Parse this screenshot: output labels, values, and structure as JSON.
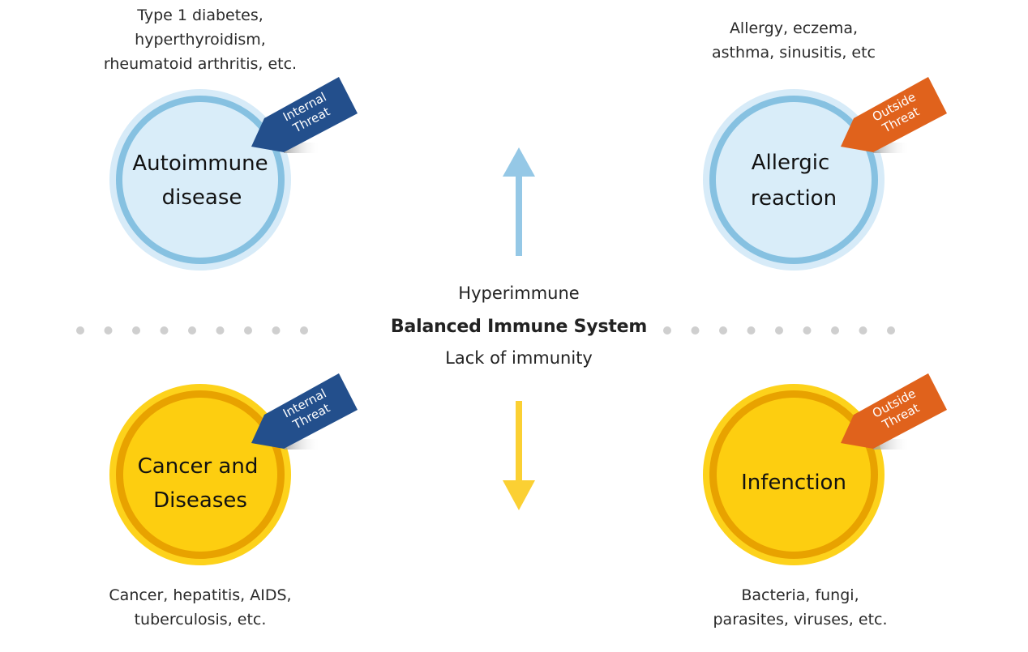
{
  "colors": {
    "blue_outer": "#d7ebf8",
    "blue_ring": "#86c1e1",
    "blue_fill": "#d9edf9",
    "yellow_outer": "#fdd21b",
    "yellow_ring": "#e8a200",
    "yellow_fill": "#fdce10",
    "internal_tag": "#234f8c",
    "outside_tag": "#e0621c",
    "arrow_up": "#95c8e6",
    "arrow_down": "#fbd033",
    "dots": "#cfcfcf"
  },
  "center": {
    "hyperimmune": "Hyperimmune",
    "balanced": "Balanced Immune System",
    "lack": "Lack of immunity"
  },
  "quadrants": {
    "autoimmune": {
      "title_line1": "Autoimmune",
      "title_line2": "disease",
      "tag_line1": "Internal",
      "tag_line2": "Threat",
      "examples": "Type 1 diabetes,\nhyperthyroidism,\nrheumatoid arthritis, etc."
    },
    "allergic": {
      "title_line1": "Allergic",
      "title_line2": "reaction",
      "tag_line1": "Outside",
      "tag_line2": "Threat",
      "examples": "Allergy, eczema,\nasthma, sinusitis, etc"
    },
    "cancer": {
      "title_line1": "Cancer and",
      "title_line2": "Diseases",
      "tag_line1": "Internal",
      "tag_line2": "Threat",
      "examples": "Cancer, hepatitis, AIDS,\ntuberculosis, etc."
    },
    "infection": {
      "title_line1": "Infenction",
      "tag_line1": "Outside",
      "tag_line2": "Threat",
      "examples": "Bacteria, fungi,\nparasites, viruses, etc."
    }
  }
}
